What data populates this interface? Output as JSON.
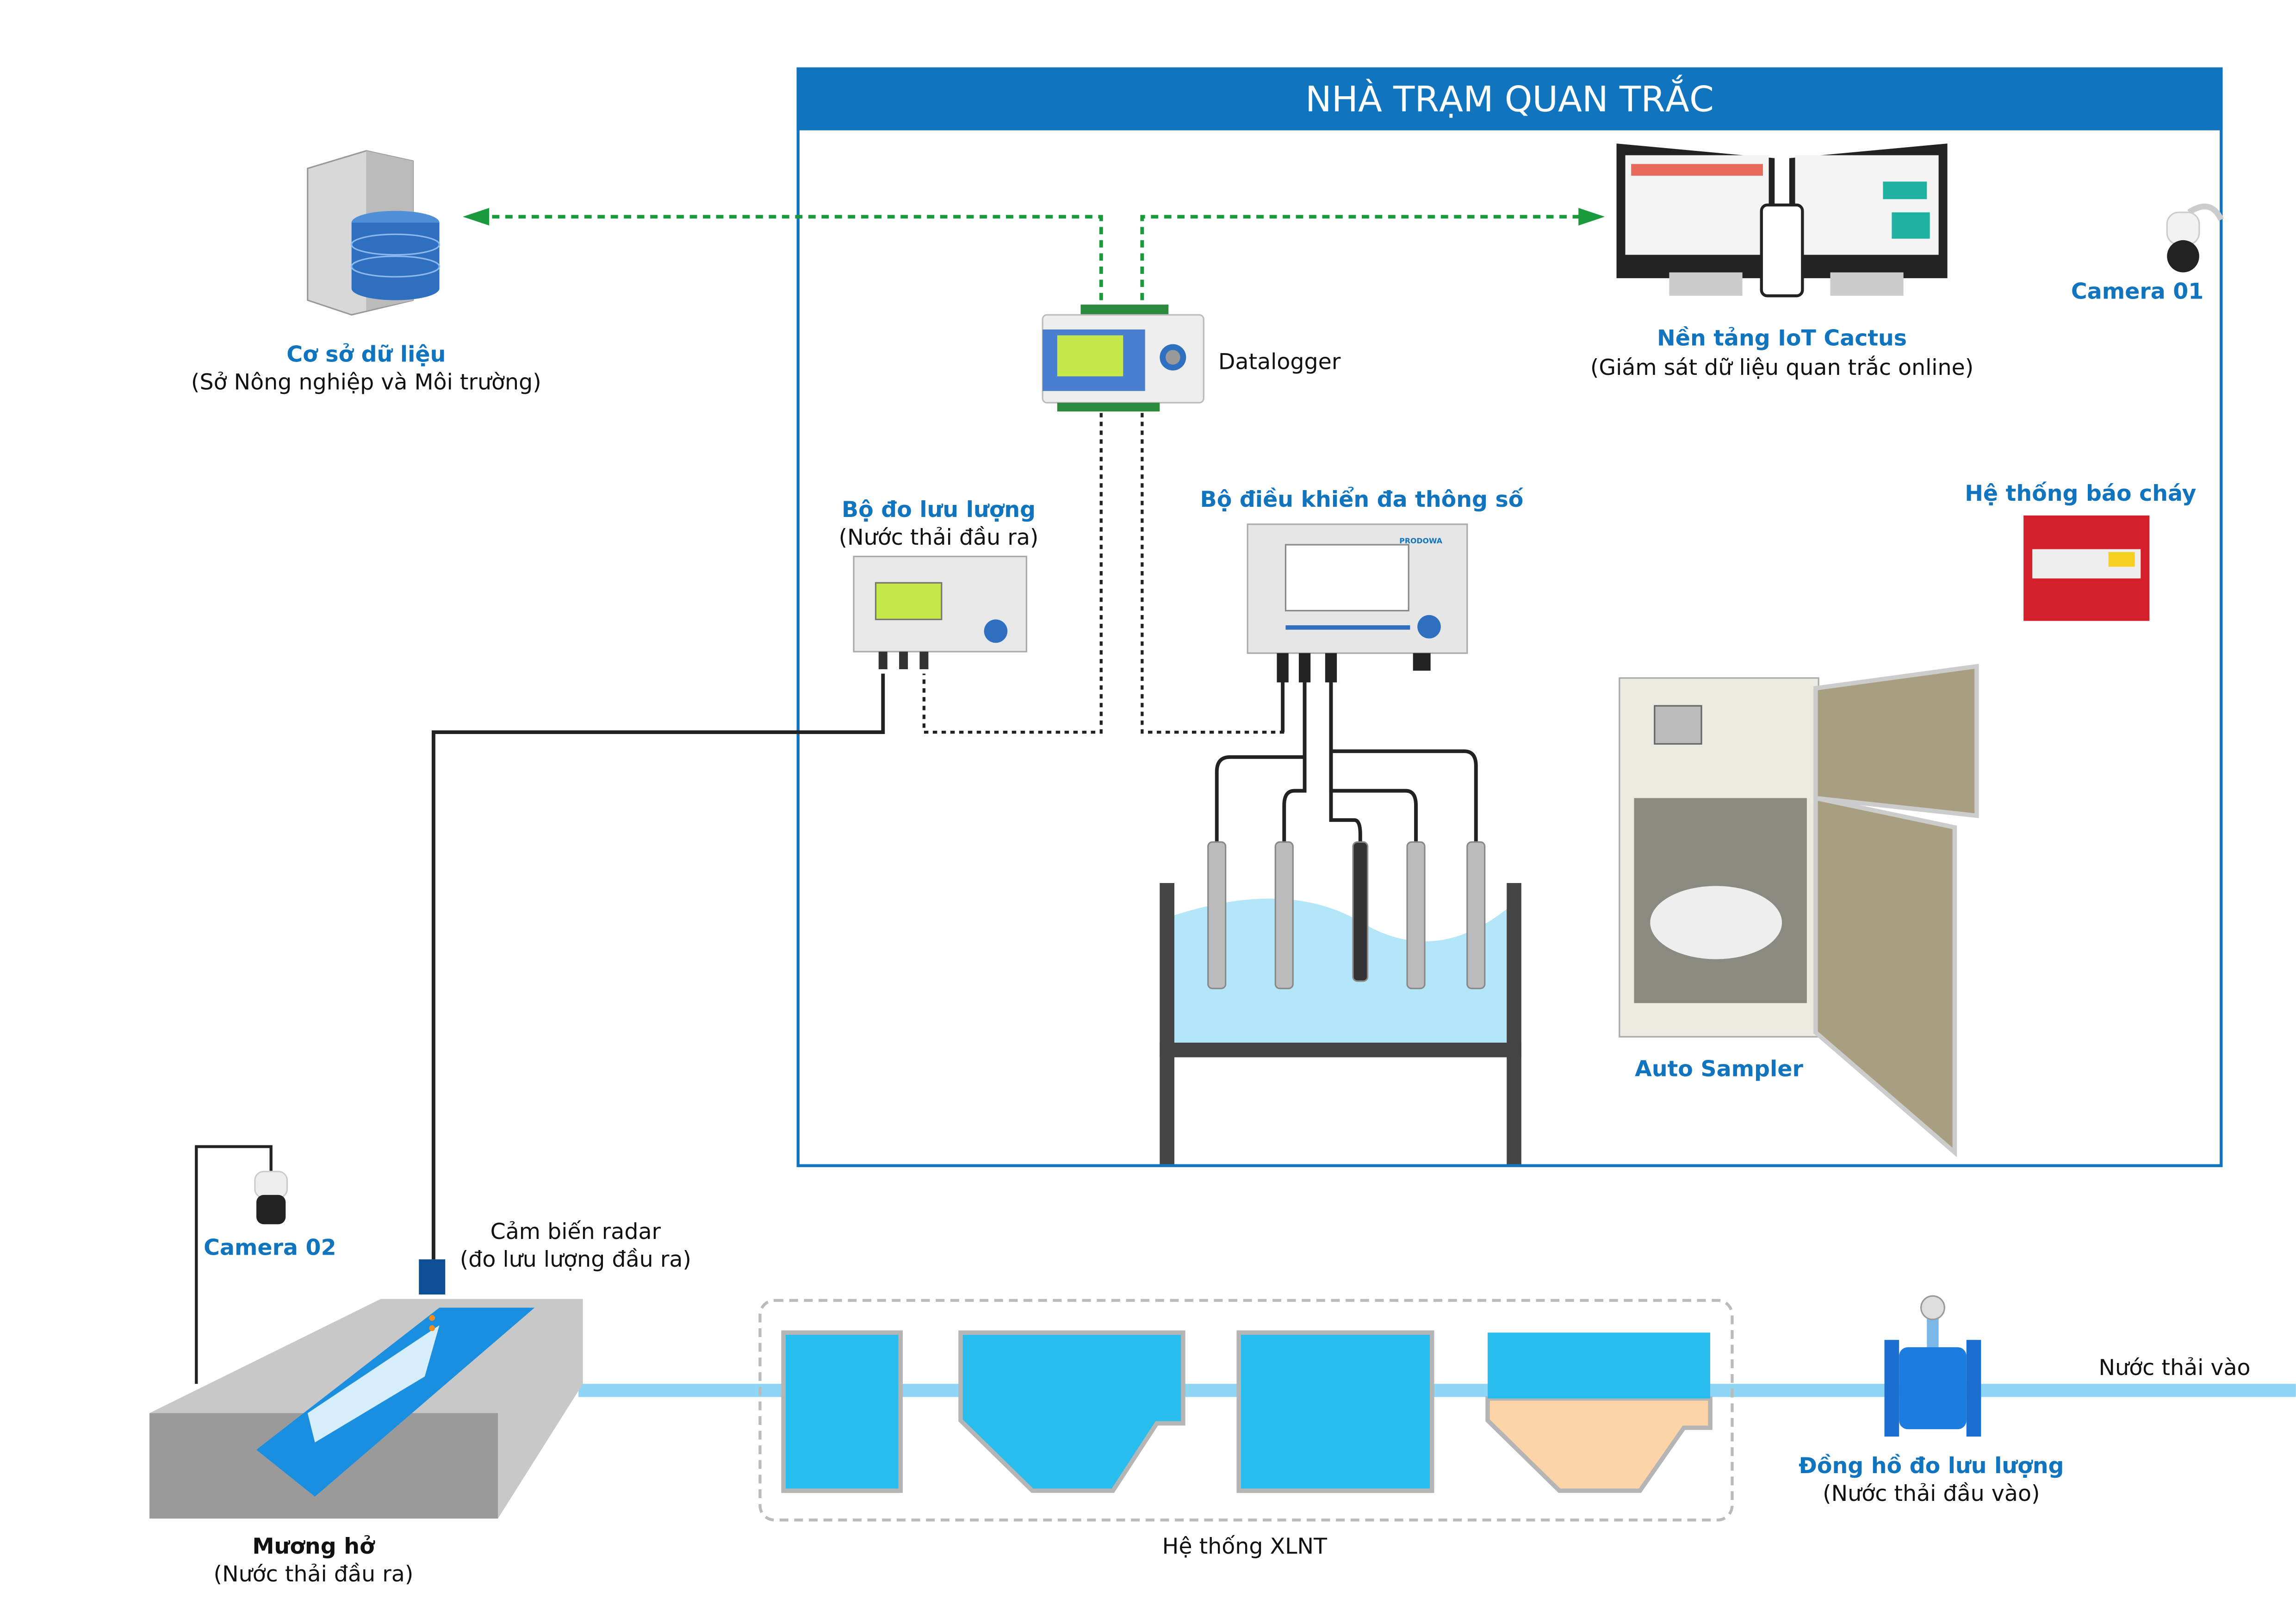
{
  "colors": {
    "station_blue": "#1174bf",
    "label_blue": "#1174bf",
    "green_link": "#1a9a3c",
    "water": "#29bdee",
    "sludge": "#fcd4a8",
    "pipe": "#8fd6f5",
    "fire_red": "#d4202a"
  },
  "station": {
    "title": "NHÀ TRẠM QUAN TRẮC"
  },
  "database": {
    "title": "Cơ sở dữ liệu",
    "subtitle": "(Sở Nông nghiệp và Môi trường)",
    "icon": "database-server-icon"
  },
  "datalogger": {
    "title": "Datalogger"
  },
  "iot": {
    "title": "Nền tảng IoT Cactus",
    "subtitle": "(Giám sát dữ liệu quan trắc online)"
  },
  "camera1": {
    "title": "Camera 01"
  },
  "flow_meter_out": {
    "title": "Bộ đo lưu lượng",
    "subtitle": "(Nước thải đầu ra)"
  },
  "controller": {
    "title": "Bộ điều khiển đa thông số",
    "brand": "PRODOWA"
  },
  "fire_alarm": {
    "title": "Hệ thống báo cháy"
  },
  "sampler": {
    "title": "Auto Sampler"
  },
  "camera2": {
    "title": "Camera 02"
  },
  "radar": {
    "title": "Cảm biến radar",
    "subtitle": "(đo lưu lượng đầu ra)"
  },
  "channel": {
    "title": "Mương hở",
    "subtitle": "(Nước thải đầu ra)"
  },
  "treatment": {
    "title": "Hệ thống XLNT"
  },
  "inlet_meter": {
    "title": "Đồng hồ đo lưu lượng",
    "subtitle": "(Nước thải đầu vào)"
  },
  "inlet": {
    "title": "Nước thải vào"
  }
}
